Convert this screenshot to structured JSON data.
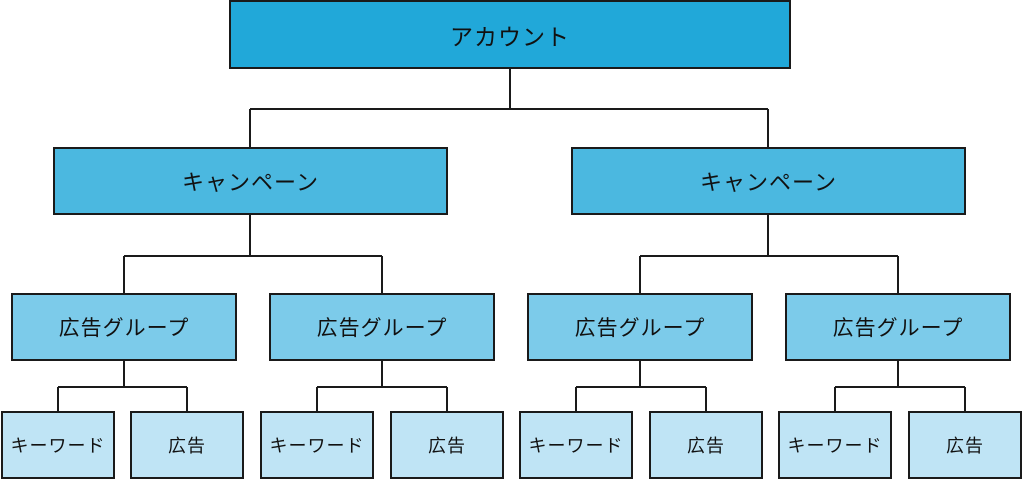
{
  "colors": {
    "account": "#21a8d9",
    "campaign": "#4bb8e0",
    "ad_group": "#7ccbea",
    "leaf": "#bfe4f5",
    "border": "#1a1a1a",
    "connector": "#1a1a1a"
  },
  "account": {
    "label": "アカウント"
  },
  "campaigns": [
    {
      "label": "キャンペーン",
      "ad_groups": [
        {
          "label": "広告グループ",
          "keyword_label": "キーワード",
          "ad_label": "広告"
        },
        {
          "label": "広告グループ",
          "keyword_label": "キーワード",
          "ad_label": "広告"
        }
      ]
    },
    {
      "label": "キャンペーン",
      "ad_groups": [
        {
          "label": "広告グループ",
          "keyword_label": "キーワード",
          "ad_label": "広告"
        },
        {
          "label": "広告グループ",
          "keyword_label": "キーワード",
          "ad_label": "広告"
        }
      ]
    }
  ]
}
